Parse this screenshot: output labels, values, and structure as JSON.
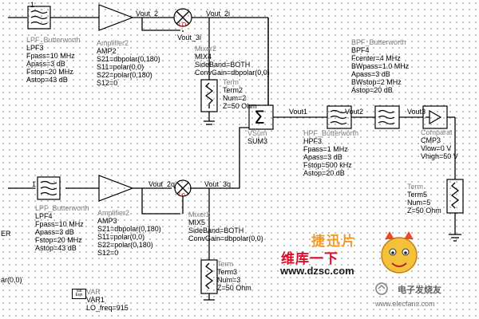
{
  "lpf3": {
    "title": "LPF_Butterworth",
    "name": "LPF3",
    "params": [
      "Fpass=10 MHz",
      "Apass=3 dB",
      "Fstop=20 MHz",
      "Astop=43 dB"
    ]
  },
  "amp2": {
    "title": "Amplifier2",
    "name": "AMP2",
    "params": [
      "S21=dbpolar(0,180)",
      "S11=polar(0,0)",
      "S22=polar(0,180)",
      "S12=0"
    ]
  },
  "mix4": {
    "title": "Mixer2",
    "name": "MIX4",
    "params": [
      "SideBand=BOTH",
      "ConvGain=dbpolar(0,0)"
    ],
    "lo_label": "LO"
  },
  "term2": {
    "title": "Term",
    "name": "Term2",
    "params": [
      "Num=2",
      "Z=50 Ohm"
    ]
  },
  "sum3": {
    "title": "VSum",
    "name": "SUM3"
  },
  "hpf3": {
    "title": "HPF_Butterworth",
    "name": "HPF3",
    "params": [
      "Fpass=1 MHz",
      "Apass=3 dB",
      "Fstop=500 kHz",
      "Astop=20 dB"
    ]
  },
  "bpf4": {
    "title": "BPF_Butterworth",
    "name": "BPF4",
    "params": [
      "Fcenter=4 MHz",
      "BWpass=1.0 MHz",
      "Apass=3 dB",
      "BWstop=2 MHz",
      "Astop=20 dB"
    ]
  },
  "cmp3": {
    "title": "Comparat",
    "name": "CMP3",
    "params": [
      "Vlow=0 V",
      "Vhigh=50 V"
    ]
  },
  "term5": {
    "title": "Term",
    "name": "Term5",
    "params": [
      "Num=5",
      "Z=50 Ohm"
    ]
  },
  "lpf4": {
    "title": "LPF_Butterworth",
    "name": "LPF4",
    "params": [
      "Fpass=10 MHz",
      "Apass=3 dB",
      "Fstop=20 MHz",
      "Astop=43 dB"
    ]
  },
  "amp3": {
    "title": "Amplifier2",
    "name": "AMP3",
    "params": [
      "S21=dbpolar(0,180)",
      "S11=polar(0,0)",
      "S22=polar(0,180)",
      "S12=0"
    ]
  },
  "mix5": {
    "title": "Mixer2",
    "name": "MIX5",
    "params": [
      "SideBand=BOTH",
      "ConvGain=dbpolar(0,0)"
    ],
    "lo_label": "Lo"
  },
  "term3": {
    "title": "Term",
    "name": "Term3",
    "params": [
      "Num=3",
      "Z=50 Ohm"
    ]
  },
  "var1": {
    "icon_text": "Var Eqn",
    "title": "VAR",
    "name": "VAR1",
    "params": [
      "LO_freq=915"
    ]
  },
  "edge": {
    "er": "ER",
    "ar": "ar(0,0)"
  },
  "nets": {
    "vout2": "Vout_2",
    "vout2i": "Vout_2i",
    "vout3i": "Vout_3i",
    "vout2q": "Vout_2q",
    "vout3q": "Vout_3q",
    "vout1": "Vout1",
    "vout2b": "Vout2",
    "vout3": "Vout3",
    "in1": "1"
  },
  "watermark": {
    "line1": "捷迅片",
    "line2": "维库一下",
    "url": "www.dzsc.com",
    "brand": "电子发烧友",
    "site": "www.elecfans.com"
  },
  "colors": {
    "canvas": "#ffffff",
    "grid_dot": "#a9a9a9",
    "wire": "#000000",
    "title_text": "#7d7d7d"
  }
}
